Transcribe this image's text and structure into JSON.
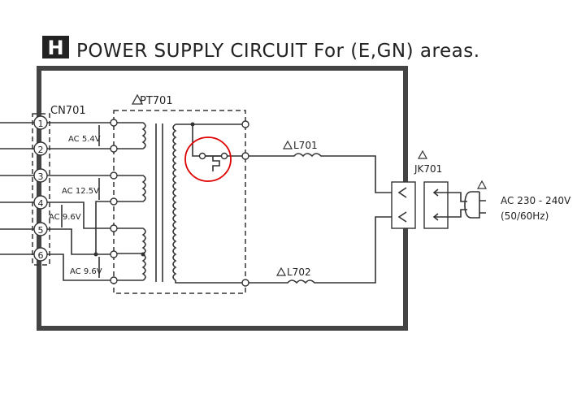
{
  "title": {
    "section_letter": "H",
    "text": "POWER SUPPLY CIRCUIT For (E,GN) areas."
  },
  "connector": {
    "label": "CN701",
    "pins": [
      "1",
      "2",
      "3",
      "4",
      "5",
      "6"
    ]
  },
  "transformer": {
    "label": "PT701"
  },
  "voltages": {
    "v1": "AC 5.4V",
    "v2": "AC 12.5V",
    "v3": "AC 9.6V",
    "v4": "AC 9.6V"
  },
  "inductors": {
    "l1": "L701",
    "l2": "L702"
  },
  "jack": {
    "label": "JK701"
  },
  "mains": {
    "line1": "AC 230 - 240V",
    "line2": "(50/60Hz)"
  },
  "warning_symbol": "!",
  "colors": {
    "ink": "#333333",
    "annotation": "#e00000"
  }
}
